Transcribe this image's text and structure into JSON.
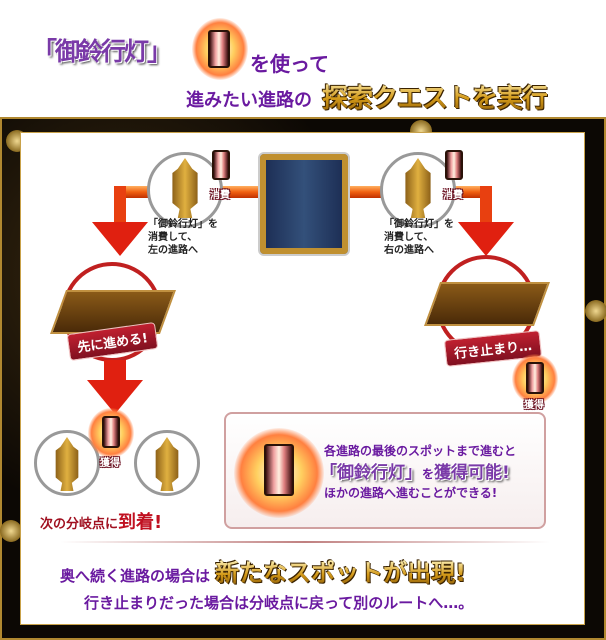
{
  "header": {
    "item_name": "「御鈴行灯」",
    "line1_suffix": "を使って",
    "line2_prefix": "進みたい進路の",
    "line2_highlight": "探索クエストを実行"
  },
  "left_branch": {
    "consume_badge": "消費",
    "caption": [
      "「御鈴行灯」を",
      "消費して、",
      "左の進路へ"
    ],
    "ribbon": "先に進める!",
    "obtain_badge": "獲得",
    "arrival_prefix": "次の分岐点に",
    "arrival_highlight": "到着!"
  },
  "right_branch": {
    "consume_badge": "消費",
    "caption": [
      "「御鈴行灯」を",
      "消費して、",
      "右の進路へ"
    ],
    "ribbon": "行き止まり…",
    "obtain_badge": "獲得"
  },
  "info_box": {
    "line1": "各進路の最後のスポットまで進むと",
    "line2_item": "「御鈴行灯」",
    "line2_mid": "を",
    "line2_highlight": "獲得可能!",
    "line3": "ほかの進路へ進むことができる!"
  },
  "footer": {
    "line1_prefix": "奥へ続く進路の場合は",
    "line1_highlight": "新たなスポットが出現!",
    "line2": "行き止まりだった場合は分岐点に戻って別のルートへ…。"
  },
  "colors": {
    "accent_purple": "#6a1aa0",
    "arrow_red": "#e02010",
    "path_orange": "#f06010",
    "gold": "#d49a18"
  }
}
